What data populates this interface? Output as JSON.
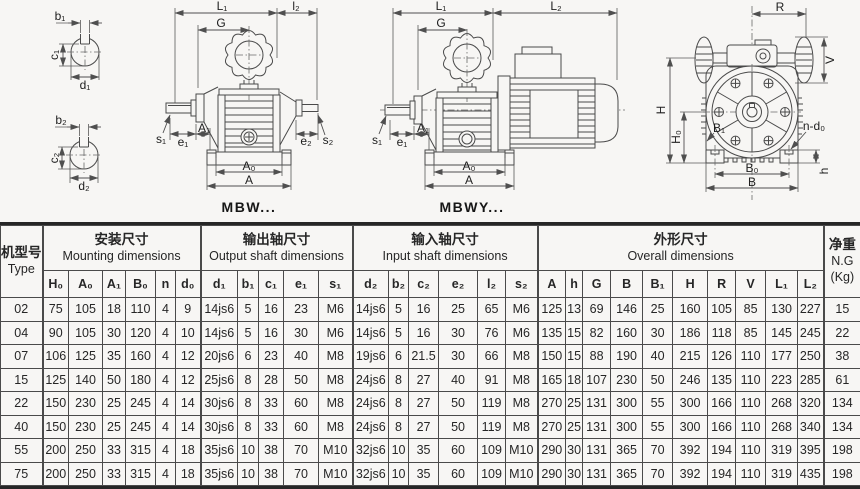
{
  "drawings": {
    "captions": {
      "mbw": "MBW...",
      "mbwy": "MBWY..."
    },
    "labels": {
      "b1": "b₁",
      "c1": "c₁",
      "d1": "d₁",
      "b2": "b₂",
      "c2": "c₂",
      "d2": "d₂",
      "mbw_l1": "L₁",
      "mbw_l2": "l₂",
      "mbw_g": "G",
      "mbw_s1": "s₁",
      "mbw_e1": "e₁",
      "mbw_a1": "A₁",
      "mbw_e2": "e₂",
      "mbw_s2": "s₂",
      "mbw_a0": "A₀",
      "mbw_a": "A",
      "mbwy_l1": "L₁",
      "mbwy_l2": "L₂",
      "mbwy_g": "G",
      "mbwy_s1": "s₁",
      "mbwy_e1": "e₁",
      "mbwy_a1": "A₁",
      "mbwy_a0": "A₀",
      "mbwy_a": "A",
      "f_r": "R",
      "f_v": "V",
      "f_h": "H",
      "f_h0": "H₀",
      "f_b1": "B₁",
      "f_nd0": "n-d₀",
      "f_b0": "B₀",
      "f_b": "B",
      "f_hfoot": "h"
    }
  },
  "table": {
    "type_header": {
      "zh": "机型号",
      "en": "Type"
    },
    "weight": {
      "zh": "净重",
      "en": "N.G",
      "unit": "(Kg)"
    },
    "groups": [
      {
        "zh": "安装尺寸",
        "en": "Mounting dimensions",
        "cols": [
          "H₀",
          "A₀",
          "A₁",
          "B₀",
          "n",
          "d₀"
        ]
      },
      {
        "zh": "输出轴尺寸",
        "en": "Output shaft dimensions",
        "cols": [
          "d₁",
          "b₁",
          "c₁",
          "e₁",
          "s₁"
        ]
      },
      {
        "zh": "输入轴尺寸",
        "en": "Input shaft dimensions",
        "cols": [
          "d₂",
          "b₂",
          "c₂",
          "e₂",
          "l₂",
          "s₂"
        ]
      },
      {
        "zh": "外形尺寸",
        "en": "Overall dimensions",
        "cols": [
          "A",
          "h",
          "G",
          "B",
          "B₁",
          "H",
          "R",
          "V",
          "L₁",
          "L₂"
        ]
      }
    ],
    "rows": [
      [
        "02",
        "75",
        "105",
        "18",
        "110",
        "4",
        "9",
        "14js6",
        "5",
        "16",
        "23",
        "M6",
        "14js6",
        "5",
        "16",
        "25",
        "65",
        "M6",
        "125",
        "13",
        "69",
        "146",
        "25",
        "160",
        "105",
        "85",
        "130",
        "227",
        "15"
      ],
      [
        "04",
        "90",
        "105",
        "30",
        "120",
        "4",
        "10",
        "14js6",
        "5",
        "16",
        "30",
        "M6",
        "14js6",
        "5",
        "16",
        "30",
        "76",
        "M6",
        "135",
        "15",
        "82",
        "160",
        "30",
        "186",
        "118",
        "85",
        "145",
        "245",
        "22"
      ],
      [
        "07",
        "106",
        "125",
        "35",
        "160",
        "4",
        "12",
        "20js6",
        "6",
        "23",
        "40",
        "M8",
        "19js6",
        "6",
        "21.5",
        "30",
        "66",
        "M8",
        "150",
        "15",
        "88",
        "190",
        "40",
        "215",
        "126",
        "110",
        "177",
        "250",
        "38"
      ],
      [
        "15",
        "125",
        "140",
        "50",
        "180",
        "4",
        "12",
        "25js6",
        "8",
        "28",
        "50",
        "M8",
        "24js6",
        "8",
        "27",
        "40",
        "91",
        "M8",
        "165",
        "18",
        "107",
        "230",
        "50",
        "246",
        "135",
        "110",
        "223",
        "285",
        "61"
      ],
      [
        "22",
        "150",
        "230",
        "25",
        "245",
        "4",
        "14",
        "30js6",
        "8",
        "33",
        "60",
        "M8",
        "24js6",
        "8",
        "27",
        "50",
        "119",
        "M8",
        "270",
        "25",
        "131",
        "300",
        "55",
        "300",
        "166",
        "110",
        "268",
        "320",
        "134"
      ],
      [
        "40",
        "150",
        "230",
        "25",
        "245",
        "4",
        "14",
        "30js6",
        "8",
        "33",
        "60",
        "M8",
        "24js6",
        "8",
        "27",
        "50",
        "119",
        "M8",
        "270",
        "25",
        "131",
        "300",
        "55",
        "300",
        "166",
        "110",
        "268",
        "340",
        "134"
      ],
      [
        "55",
        "200",
        "250",
        "33",
        "315",
        "4",
        "18",
        "35js6",
        "10",
        "38",
        "70",
        "M10",
        "32js6",
        "10",
        "35",
        "60",
        "109",
        "M10",
        "290",
        "30",
        "131",
        "365",
        "70",
        "392",
        "194",
        "110",
        "319",
        "395",
        "198"
      ],
      [
        "75",
        "200",
        "250",
        "33",
        "315",
        "4",
        "18",
        "35js6",
        "10",
        "38",
        "70",
        "M10",
        "32js6",
        "10",
        "35",
        "60",
        "109",
        "M10",
        "290",
        "30",
        "131",
        "365",
        "70",
        "392",
        "194",
        "110",
        "319",
        "435",
        "198"
      ]
    ]
  }
}
